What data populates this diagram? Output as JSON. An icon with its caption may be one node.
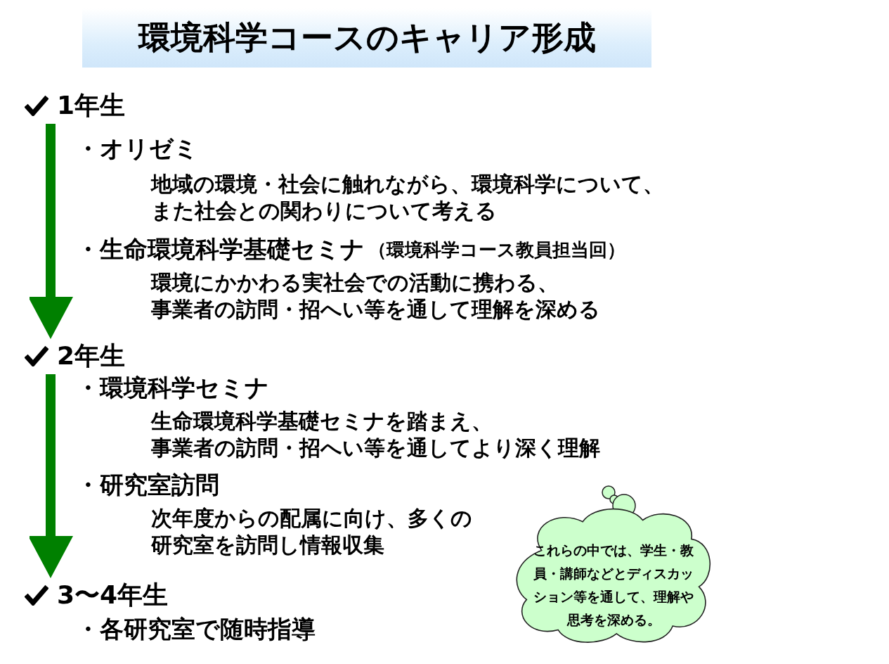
{
  "diagram": {
    "title": "環境科学コースのキャリア形成",
    "nodes": [
      {
        "text": [
          "1年生"
        ]
      },
      {
        "text": [
          "2年生"
        ]
      },
      {
        "text": [
          "3〜4年生"
        ]
      },
      {
        "text": [
          "これらの中では、学生・教員・講師などとディスカッション等を通して、理解や思考を深める。"
        ]
      }
    ],
    "edges": [
      {
        "from": 0,
        "to": 1,
        "arrow": "to"
      },
      {
        "from": 1,
        "to": 2,
        "arrow": "to"
      }
    ],
    "labels": [
      "・オリゼミ",
      "地域の環境・社会に触れながら、環境科学について、また社会との関わりについて考える",
      "・生命環境科学基礎セミナ",
      "（環境科学コース教員担当回）",
      "環境にかかわる実社会での活動に携わる、事業者の訪問・招へい等を通して理解を深める",
      "・環境科学セミナ",
      "生命環境科学基礎セミナを踏まえ、事業者の訪問・招へい等を通してより深く理解",
      "・研究室訪問",
      "次年度からの配属に向け、多くの研究室を訪問し情報収集",
      "・各研究室で随時指導"
    ]
  }
}
